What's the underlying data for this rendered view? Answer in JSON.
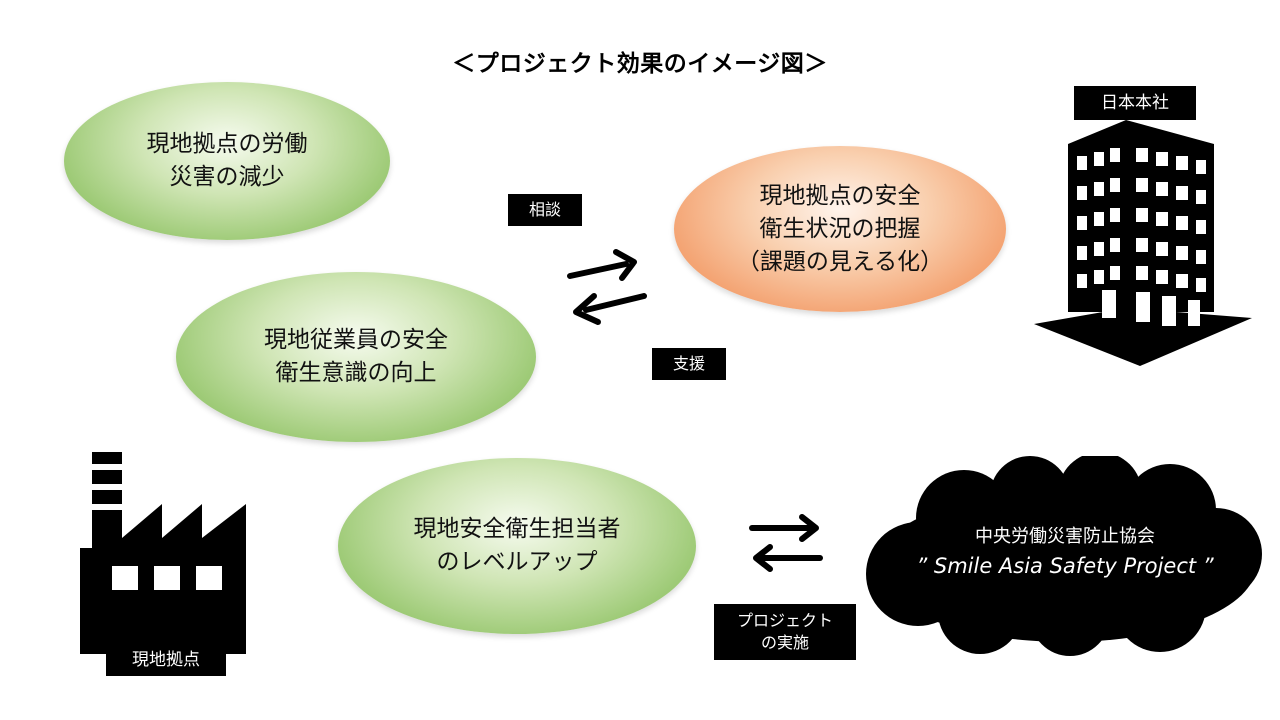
{
  "title": "＜プロジェクト効果のイメージ図＞",
  "effects": {
    "accident_reduction": [
      "現地拠点の労働",
      "災害の減少"
    ],
    "awareness": [
      "現地従業員の安全",
      "衛生意識の向上"
    ],
    "levelup": [
      "現地安全衛生担当者",
      "のレベルアップ"
    ],
    "hq_understanding": [
      "現地拠点の安全",
      "衛生状況の把握",
      "（課題の見える化）"
    ]
  },
  "labels": {
    "consult": "相談",
    "support": "支援",
    "hq": "日本本社",
    "site": "現地拠点",
    "implementation": [
      "プロジェクト",
      "の実施"
    ]
  },
  "cloud": {
    "org": "中央労働災害防止協会",
    "project": "” Smile Asia Safety Project ”"
  }
}
